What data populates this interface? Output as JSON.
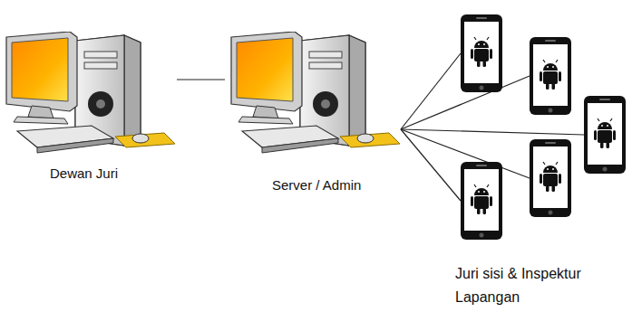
{
  "diagram": {
    "nodes": [
      {
        "text": [
          "Dewan Juri"
        ]
      },
      {
        "text": [
          "Server / Admin"
        ]
      },
      {
        "text": [
          "Juri sisi & Inspektur Lapangan"
        ]
      }
    ],
    "edges": [
      {
        "from": 0,
        "to": 1,
        "arrow": "none"
      },
      {
        "from": 1,
        "to": 2,
        "arrow": "none"
      },
      {
        "from": 1,
        "to": 2,
        "arrow": "none"
      },
      {
        "from": 1,
        "to": 2,
        "arrow": "none"
      },
      {
        "from": 1,
        "to": 2,
        "arrow": "none"
      },
      {
        "from": 1,
        "to": 2,
        "arrow": "none"
      }
    ]
  }
}
